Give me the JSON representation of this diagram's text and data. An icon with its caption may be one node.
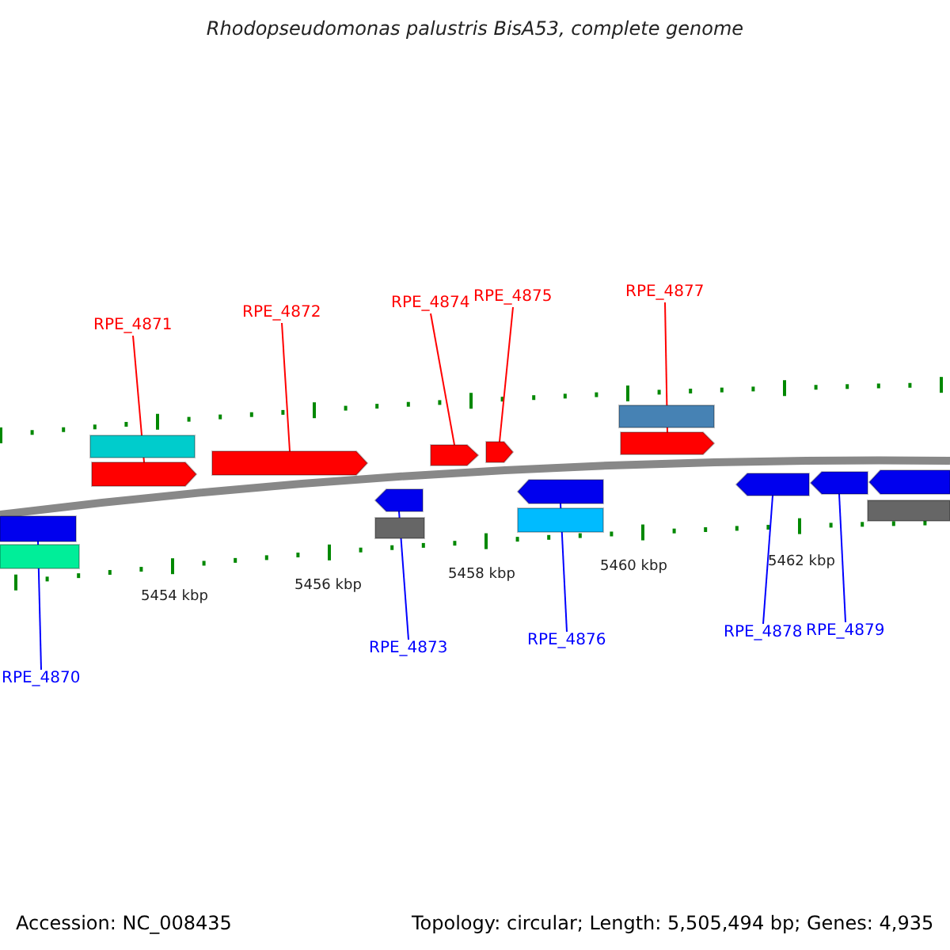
{
  "diagram": {
    "title": "Rhodopseudomonas palustris BisA53, complete genome",
    "nodes": [
      {
        "text": [
          "RPE_4871"
        ]
      },
      {
        "text": [
          "RPE_4872"
        ]
      },
      {
        "text": [
          "RPE_4874"
        ]
      },
      {
        "text": [
          "RPE_4875"
        ]
      },
      {
        "text": [
          "RPE_4877"
        ]
      },
      {
        "text": [
          "RPE_4870"
        ]
      },
      {
        "text": [
          "RPE_4873"
        ]
      },
      {
        "text": [
          "RPE_4876"
        ]
      },
      {
        "text": [
          "RPE_4878"
        ]
      },
      {
        "text": [
          "RPE_4879"
        ]
      },
      {
        "text": [],
        "shape": "bar"
      },
      {
        "text": [],
        "shape": "arrow"
      },
      {
        "text": [],
        "shape": "arrow"
      },
      {
        "text": [],
        "shape": "arrow"
      },
      {
        "text": [],
        "shape": "arrow"
      },
      {
        "text": [],
        "shape": "bar"
      },
      {
        "text": [],
        "shape": "arrow"
      },
      {
        "text": [],
        "shape": "bar"
      },
      {
        "text": [],
        "shape": "bar"
      },
      {
        "text": [],
        "shape": "arrow"
      },
      {
        "text": [],
        "shape": "bar"
      },
      {
        "text": [],
        "shape": "arrow"
      },
      {
        "text": [],
        "shape": "bar"
      },
      {
        "text": [],
        "shape": "arrow"
      },
      {
        "text": [],
        "shape": "arrow"
      },
      {
        "text": [],
        "shape": "arrow"
      },
      {
        "text": [],
        "shape": "bar"
      }
    ],
    "edges": [
      {
        "from": 0,
        "to": 11,
        "arrow": "none",
        "color": "#ff0000"
      },
      {
        "from": 1,
        "to": 12,
        "arrow": "none",
        "color": "#ff0000"
      },
      {
        "from": 2,
        "to": 13,
        "arrow": "none",
        "color": "#ff0000"
      },
      {
        "from": 3,
        "to": 14,
        "arrow": "none",
        "color": "#ff0000"
      },
      {
        "from": 4,
        "to": 16,
        "arrow": "none",
        "color": "#ff0000"
      },
      {
        "from": 5,
        "to": 17,
        "arrow": "none",
        "color": "#0000ff"
      },
      {
        "from": 6,
        "to": 19,
        "arrow": "none",
        "color": "#0000ff"
      },
      {
        "from": 7,
        "to": 21,
        "arrow": "none",
        "color": "#0000ff"
      },
      {
        "from": 8,
        "to": 23,
        "arrow": "none",
        "color": "#0000ff"
      },
      {
        "from": 9,
        "to": 24,
        "arrow": "none",
        "color": "#0000ff"
      }
    ],
    "labels": [
      "5454 kbp",
      "5456 kbp",
      "5458 kbp",
      "5460 kbp",
      "5462 kbp",
      "Accession: NC_008435",
      "Topology: circular; Length: 5,505,494 bp; Genes: 4,935"
    ]
  }
}
